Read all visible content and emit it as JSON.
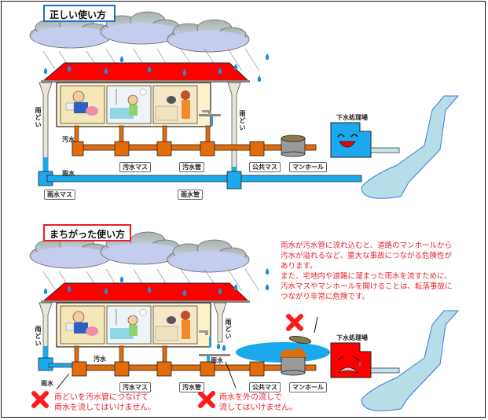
{
  "colors": {
    "roof": "#ff0000",
    "sewage_pipe": "#e36c0a",
    "rain_pipe": "#00b0f0",
    "plant_happy": "#19a9ec",
    "plant_sad": "#ff0000",
    "river": "#b7dde8",
    "warning_text": "#e8202a",
    "correct_box_border": "#1f6fc6",
    "wrong_box_border": "#e8202a"
  },
  "correct": {
    "title": "正しい使い方",
    "labels": {
      "downspout_left": "雨どい",
      "downspout_right": "雨どい",
      "sewage": "汚水",
      "rain": "雨水",
      "sewage_basin": "汚水マス",
      "sewage_pipe": "汚水管",
      "rain_basin": "雨水マス",
      "rain_pipe": "雨水管",
      "public_basin": "公共マス",
      "manhole": "マンホール",
      "treatment_plant": "下水処理場"
    }
  },
  "wrong": {
    "title": "まちがった使い方",
    "labels": {
      "downspout_left": "雨どい",
      "downspout_right": "雨どい",
      "sewage": "汚水",
      "rain_left": "雨水",
      "rain_right": "雨水",
      "sewage_basin": "汚水マス",
      "sewage_pipe": "汚水管",
      "public_basin": "公共マス",
      "manhole": "マンホール",
      "treatment_plant": "下水処理場"
    },
    "warning_main": "雨水が汚水管に流れ込むと、道路のマンホールから\n汚水が溢れるなど、重大な事故につながる危険性が\nあります。\nまた、宅地内や道路に溜まった雨水を流すために、\n汚水マスやマンホールを開けることは、転落事故に\nつながり非常に危険です。",
    "warning_downspout": "雨どいを汚水管につなげて\n雨水を流してはいけません。",
    "warning_outside": "雨水を外の流しで\n流してはいけません。"
  }
}
